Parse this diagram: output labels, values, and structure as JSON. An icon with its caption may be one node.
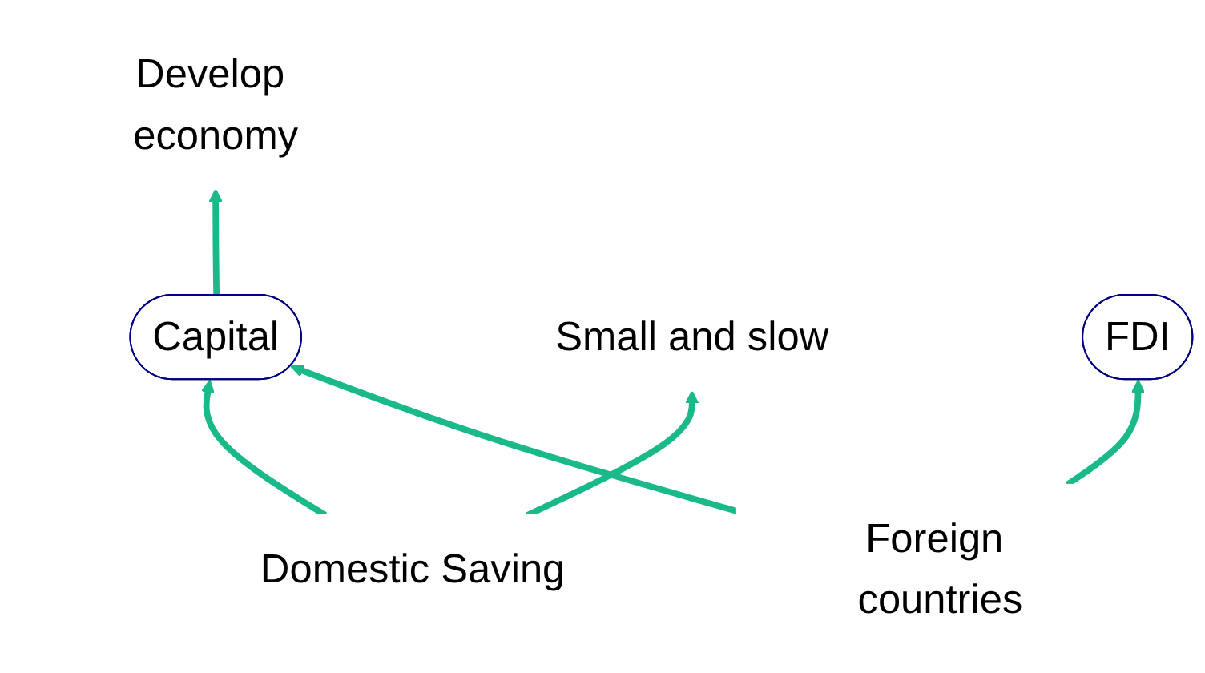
{
  "diagram": {
    "nodes": [
      {
        "text": [
          "Develop economy"
        ]
      },
      {
        "text": [
          "Capital"
        ]
      },
      {
        "text": [
          "Domestic Saving"
        ]
      },
      {
        "text": [
          "Foreign countries"
        ]
      },
      {
        "text": [
          "Small and slow"
        ]
      },
      {
        "text": [
          "FDI"
        ]
      }
    ],
    "edges": [
      {
        "from": 1,
        "to": 0,
        "arrow": "to"
      },
      {
        "from": 2,
        "to": 1,
        "arrow": "to"
      },
      {
        "from": 3,
        "to": 1,
        "arrow": "to"
      },
      {
        "from": 2,
        "to": 4,
        "arrow": "to"
      },
      {
        "from": 3,
        "to": 5,
        "arrow": "to"
      }
    ]
  }
}
